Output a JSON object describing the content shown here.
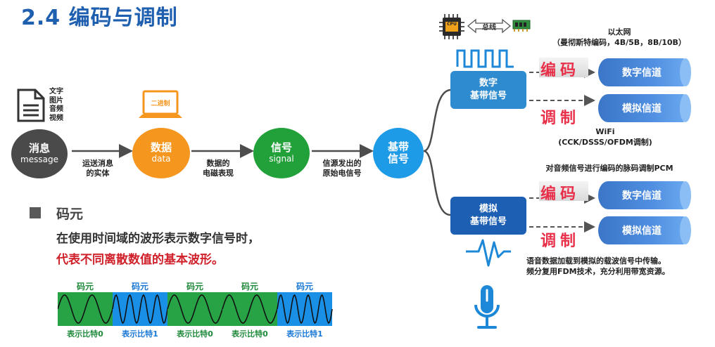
{
  "title": "2.4 编码与调制",
  "flow": {
    "doc_labels": [
      "文字",
      "图片",
      "音频",
      "视频"
    ],
    "laptop_label": "二进制",
    "message": {
      "cn": "消息",
      "en": "message"
    },
    "data": {
      "cn": "数据",
      "en": "data"
    },
    "signal": {
      "cn": "信号",
      "en": "signal"
    },
    "baseband": {
      "line1": "基带",
      "line2": "信号"
    },
    "edge1": {
      "line1": "运送消息",
      "line2": "的实体"
    },
    "edge2": {
      "line1": "数据的",
      "line2": "电磁表现"
    },
    "edge3": {
      "line1": "信源发出的",
      "line2": "原始电信号"
    }
  },
  "right": {
    "bus_label": "总线",
    "cpu_label": "CPU",
    "ethernet_title": "以太网",
    "ethernet_detail": "（曼彻斯特编码，4B/5B，8B/10B）",
    "digital_baseband": {
      "line1": "数字",
      "line2": "基带信号"
    },
    "analog_baseband": {
      "line1": "模拟",
      "line2": "基带信号"
    },
    "encode": "编码",
    "modulate": "调制",
    "digital_channel": "数字信道",
    "analog_channel": "模拟信道",
    "wifi_title": "WiFi",
    "wifi_detail": "(CCK/DSSS/OFDM调制)",
    "pcm_note": "对音频信号进行编码的脉码调制PCM",
    "bottom_note1": "语音数据加载到模拟的载波信号中传输。",
    "bottom_note2": "频分复用FDM技术，充分利用带宽资源。"
  },
  "symbol": {
    "heading": "码元",
    "line1": "在使用时间域的波形表示数字信号时，",
    "line2": "代表不同离散数值的基本波形。",
    "cells": [
      {
        "label": "码元",
        "bit": "表示比特0",
        "kind": "low",
        "color": "#1f8a3a",
        "bg": "#27a244"
      },
      {
        "label": "码元",
        "bit": "表示比特1",
        "kind": "high",
        "color": "#1a78d6",
        "bg": "#1a8fe6"
      },
      {
        "label": "码元",
        "bit": "表示比特0",
        "kind": "low",
        "color": "#1f8a3a",
        "bg": "#27a244"
      },
      {
        "label": "码元",
        "bit": "表示比特0",
        "kind": "low",
        "color": "#1f8a3a",
        "bg": "#27a244"
      },
      {
        "label": "码元",
        "bit": "表示比特1",
        "kind": "high",
        "color": "#1a78d6",
        "bg": "#1a8fe6"
      }
    ]
  },
  "colors": {
    "message": "#4a4a4a",
    "data": "#f5961e",
    "signal": "#22a03a",
    "baseband": "#1e9be6",
    "digital_pill": "#2f8bcf",
    "analog_pill": "#1c5fb3"
  }
}
